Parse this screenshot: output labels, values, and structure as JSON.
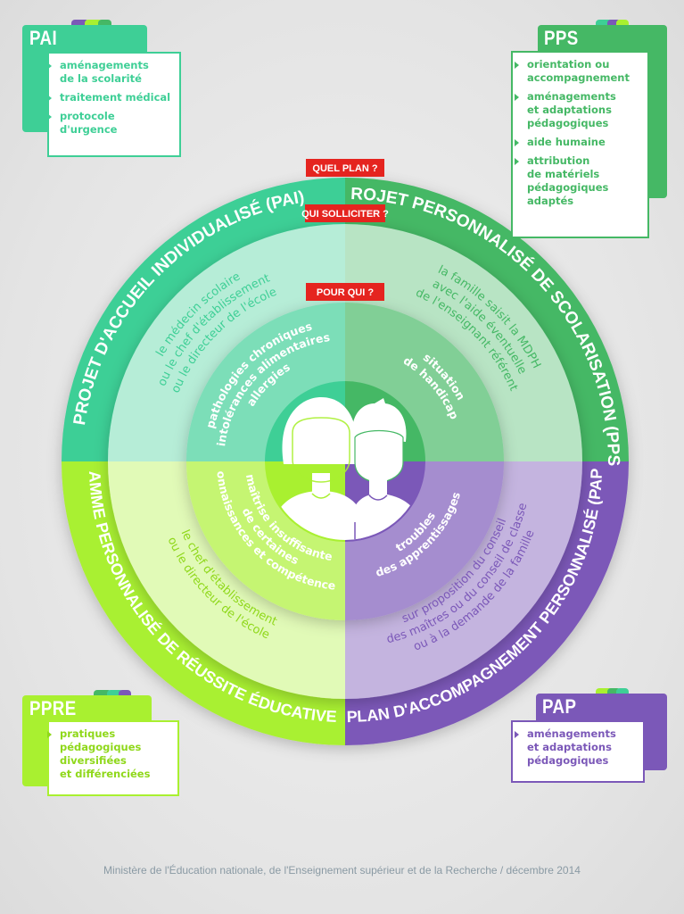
{
  "colors": {
    "pai": "#3ecf96",
    "pps": "#45b865",
    "ppre": "#a9f030",
    "pap": "#7b58b8",
    "red": "#e5241f",
    "background": "#e6e6e6"
  },
  "labels": {
    "quel_plan": "QUEL PLAN ?",
    "qui_solliciter": "QUI SOLLICITER ?",
    "pour_qui": "POUR QUI ?"
  },
  "quadrants": {
    "pai": {
      "plan": "PROJET D'ACCUEIL INDIVIDUALISÉ (PAI)",
      "solliciter": [
        "le médecin scolaire",
        "ou le chef d'établissement",
        "ou le directeur de l'école"
      ],
      "pour_qui": [
        "pathologies chroniques",
        "intolérances alimentaires",
        "allergies"
      ]
    },
    "pps": {
      "plan": "PROJET PERSONNALISÉ DE SCOLARISATION (PPS)",
      "solliciter": [
        "la famille saisit la MDPH",
        "avec l'aide éventuelle",
        "de l'enseignant référent"
      ],
      "pour_qui": [
        "situation",
        "de handicap"
      ]
    },
    "ppre": {
      "plan": "PROGRAMME PERSONNALISÉ DE RÉUSSITE ÉDUCATIVE (PPRE)",
      "solliciter": [
        "le chef d'établissement",
        "ou le directeur de l'école"
      ],
      "pour_qui": [
        "maîtrise insuffisante",
        "de certaines",
        "connaissances et compétences"
      ]
    },
    "pap": {
      "plan": "PLAN D'ACCOMPAGNEMENT PERSONNALISÉ (PAP)",
      "solliciter": [
        "sur proposition du conseil",
        "des maîtres ou du conseil de classe",
        "ou à la demande de la famille"
      ],
      "pour_qui": [
        "troubles",
        "des apprentissages"
      ]
    }
  },
  "cards": {
    "pai": {
      "title": "PAI",
      "items": [
        "aménagements\nde la scolarité",
        "traitement médical",
        "protocole d'urgence"
      ]
    },
    "pps": {
      "title": "PPS",
      "items": [
        "orientation ou\naccompagnement",
        "aménagements\net adaptations\npédagogiques",
        "aide humaine",
        "attribution\nde matériels\npédagogiques adaptés"
      ]
    },
    "ppre": {
      "title": "PPRE",
      "items": [
        "pratiques\npédagogiques\ndiversifiées\net différenciées"
      ]
    },
    "pap": {
      "title": "PAP",
      "items": [
        "aménagements\net adaptations\npédagogiques"
      ]
    }
  },
  "footer": "Ministère de l'Éducation nationale, de l'Enseignement supérieur et de la Recherche / décembre 2014"
}
